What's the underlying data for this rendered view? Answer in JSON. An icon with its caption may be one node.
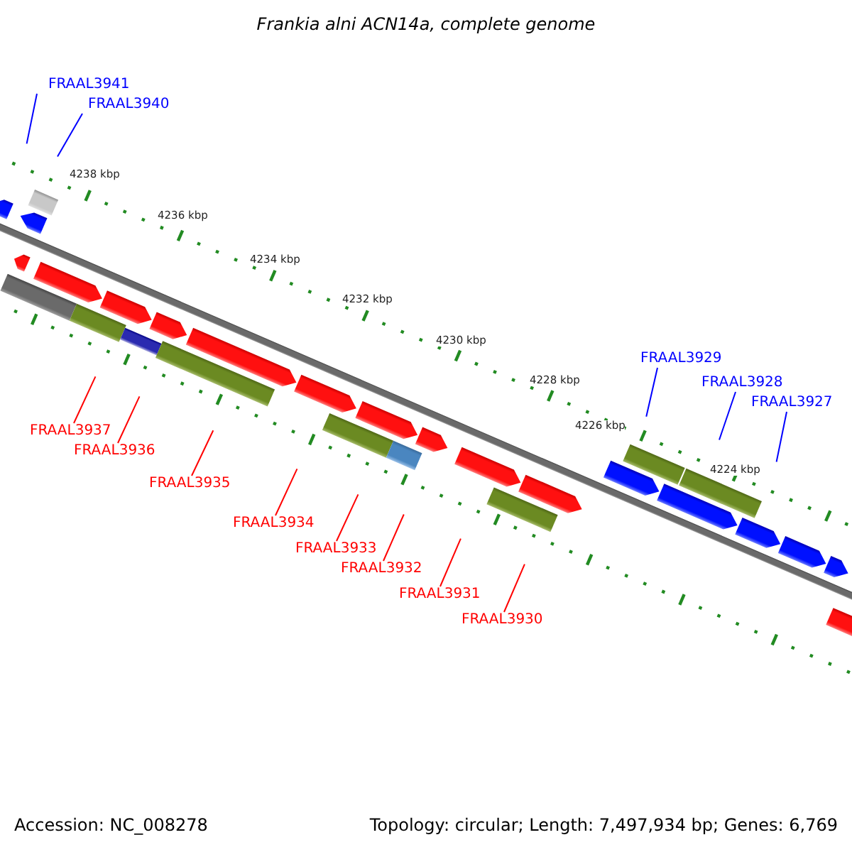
{
  "diagram": {
    "title": "Frankia alni ACN14a, complete genome",
    "nodes": [
      {
        "text": [
          "FRAAL3941"
        ]
      },
      {
        "text": [
          "FRAAL3940"
        ]
      },
      {
        "text": [
          "FRAAL3937"
        ]
      },
      {
        "text": [
          "FRAAL3936"
        ]
      },
      {
        "text": [
          "FRAAL3935"
        ]
      },
      {
        "text": [
          "FRAAL3934"
        ]
      },
      {
        "text": [
          "FRAAL3933"
        ]
      },
      {
        "text": [
          "FRAAL3932"
        ]
      },
      {
        "text": [
          "FRAAL3931"
        ]
      },
      {
        "text": [
          "FRAAL3930"
        ]
      },
      {
        "text": [
          "FRAAL3929"
        ]
      },
      {
        "text": [
          "FRAAL3928"
        ]
      },
      {
        "text": [
          "FRAAL3927"
        ]
      }
    ],
    "edges": [
      {
        "from": 0,
        "to": null,
        "arrow": "none",
        "color": "#0000ff"
      },
      {
        "from": 1,
        "to": null,
        "arrow": "none",
        "color": "#0000ff"
      },
      {
        "from": 2,
        "to": null,
        "arrow": "none"
      },
      {
        "from": 3,
        "to": null,
        "arrow": "none"
      },
      {
        "from": 4,
        "to": null,
        "arrow": "none"
      },
      {
        "from": 5,
        "to": null,
        "arrow": "none"
      },
      {
        "from": 6,
        "to": null,
        "arrow": "none"
      },
      {
        "from": 7,
        "to": null,
        "arrow": "none"
      },
      {
        "from": 8,
        "to": null,
        "arrow": "none"
      },
      {
        "from": 9,
        "to": null,
        "arrow": "none"
      },
      {
        "from": 10,
        "to": null,
        "arrow": "none",
        "color": "#0000ff"
      },
      {
        "from": 11,
        "to": null,
        "arrow": "none",
        "color": "#0000ff"
      },
      {
        "from": 12,
        "to": null,
        "arrow": "none",
        "color": "#0000ff"
      }
    ],
    "labels": [
      "4238 kbp",
      "4236 kbp",
      "4234 kbp",
      "4232 kbp",
      "4230 kbp",
      "4228 kbp",
      "4226 kbp",
      "4224 kbp",
      "Accession: NC_008278",
      "Topology: circular; Length: 7,497,934 bp; Genes: 6,769"
    ]
  }
}
